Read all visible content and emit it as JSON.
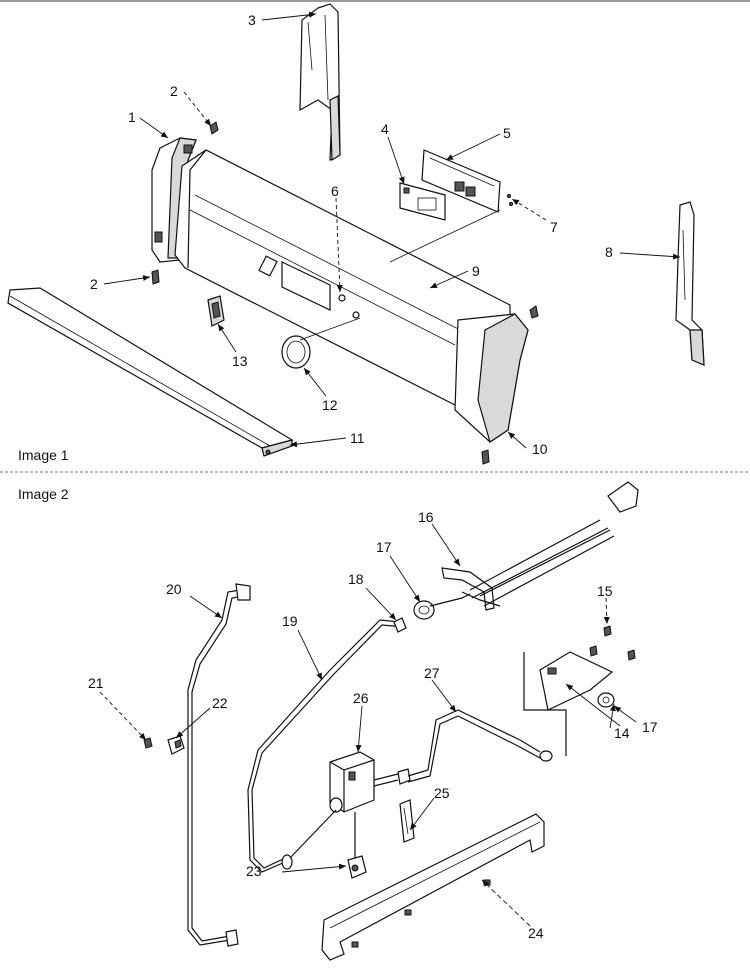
{
  "image1": {
    "caption": "Image 1",
    "callouts": [
      "1",
      "2",
      "2",
      "3",
      "4",
      "5",
      "6",
      "7",
      "8",
      "9",
      "10",
      "11",
      "12",
      "13"
    ]
  },
  "image2": {
    "caption": "Image 2",
    "callouts": [
      "14",
      "15",
      "16",
      "17",
      "17",
      "18",
      "19",
      "20",
      "21",
      "22",
      "23",
      "24",
      "25",
      "26",
      "27"
    ]
  }
}
